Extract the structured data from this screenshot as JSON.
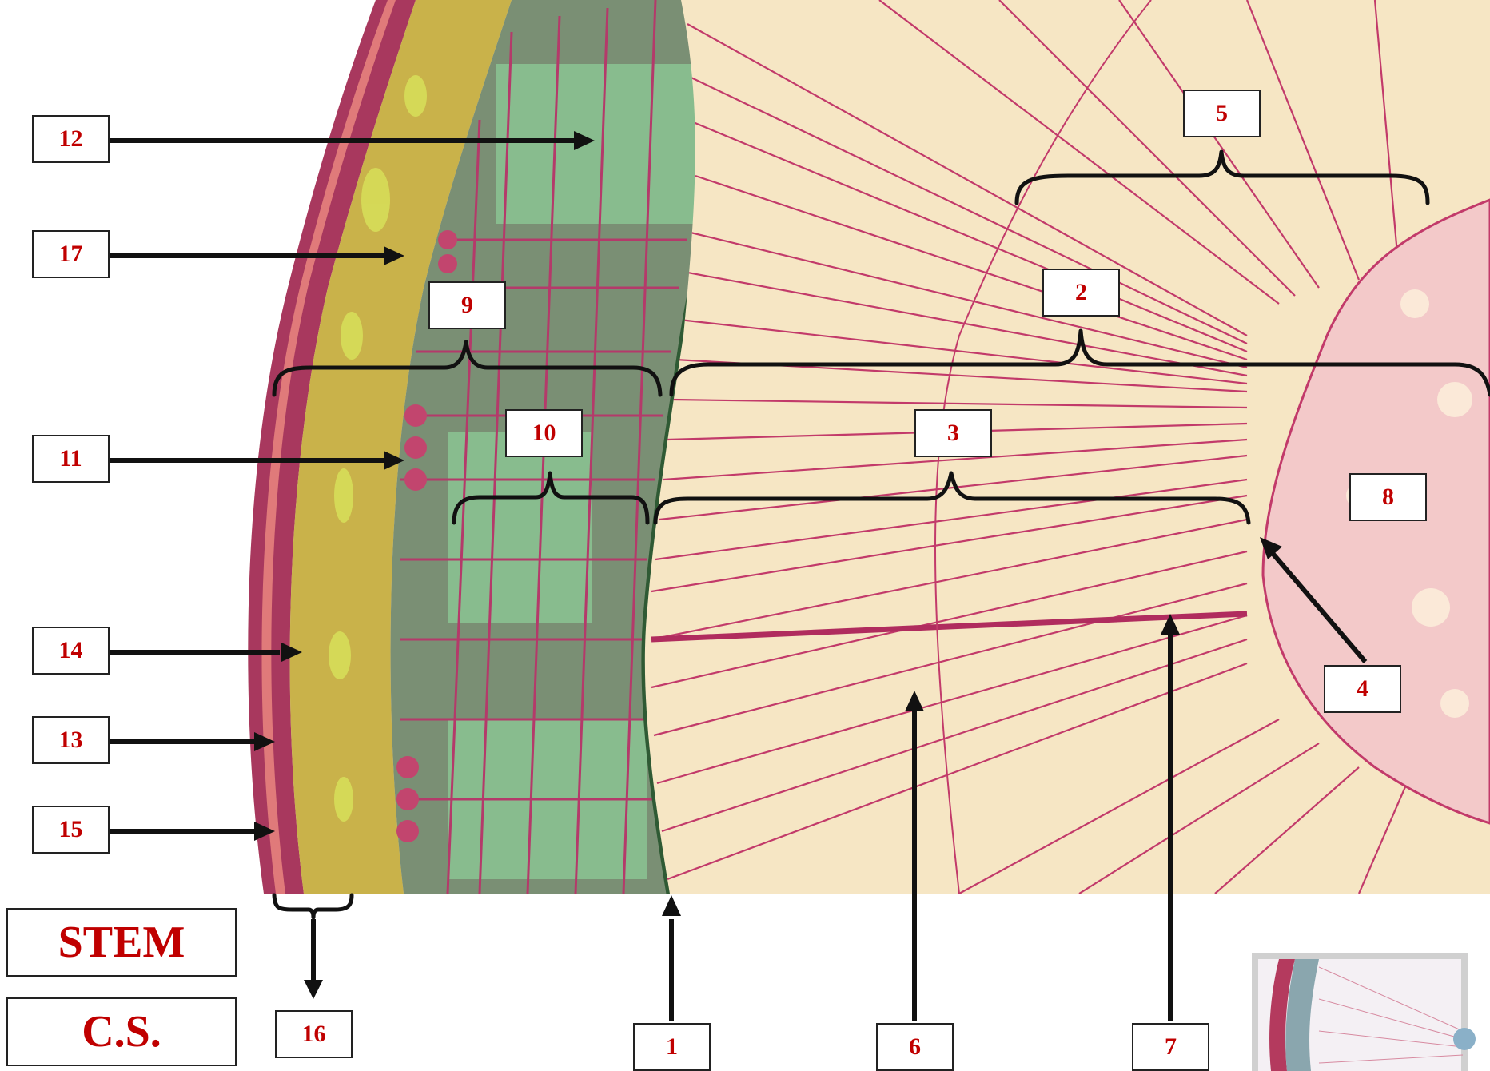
{
  "title_labels": {
    "stem": "STEM",
    "section": "C.S."
  },
  "markers": {
    "n1": "1",
    "n2": "2",
    "n3": "3",
    "n4": "4",
    "n5": "5",
    "n6": "6",
    "n7": "7",
    "n8": "8",
    "n9": "9",
    "n10": "10",
    "n11": "11",
    "n12": "12",
    "n13": "13",
    "n14": "14",
    "n15": "15",
    "n16": "16",
    "n17": "17"
  },
  "colors": {
    "label_text": "#c00000",
    "xylem_bg": "#f6e6c4",
    "ray_line": "#c23a6a",
    "phloem_green": "#6e9a7a",
    "cortex_yellow": "#c9b24a",
    "pith": "#f3c9c9",
    "annotation": "#111111"
  }
}
